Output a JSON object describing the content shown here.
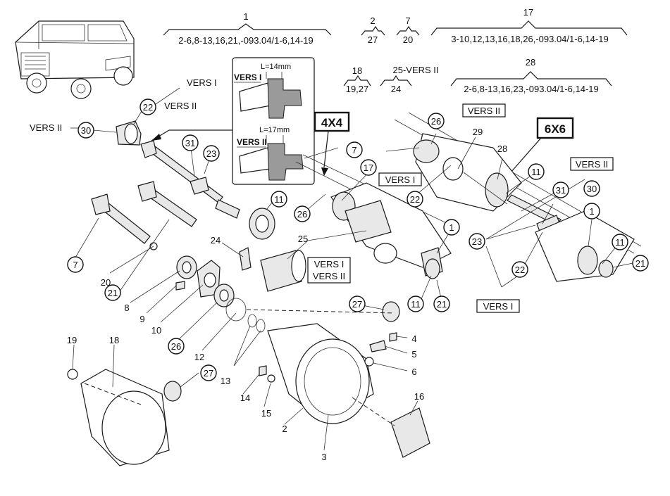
{
  "groups": {
    "g1": {
      "num": "1",
      "text": "2-6,8-13,16,21,-093.04/1-6,14-19"
    },
    "g2": {
      "num": "2",
      "text": "27"
    },
    "g7": {
      "num": "7",
      "text": "20"
    },
    "g17": {
      "num": "17",
      "text": "3-10,12,13,16,18,26,-093.04/1-6,14-19"
    },
    "g18": {
      "num": "18",
      "text": "19,27"
    },
    "g25": {
      "num": "25-VERS II",
      "text": "24"
    },
    "g28": {
      "num": "28",
      "text": "2-6,8-13,16,23,-093.04/1-6,14-19"
    }
  },
  "variants": {
    "x4": "4X4",
    "x6": "6X6"
  },
  "inset": {
    "vers1": "VERS I",
    "vers2": "VERS II",
    "len1": "L=14mm",
    "len2": "L=17mm"
  },
  "labels": {
    "vers2_left": "VERS II",
    "vers1_top": "VERS I",
    "vers2_top": "VERS II",
    "vers2_box29": "VERS II",
    "vers1_box22": "VERS I",
    "vers2_box_right": "VERS II",
    "vers1_box25a": "VERS I",
    "vers2_box25b": "VERS II",
    "vers1_box23": "VERS I"
  },
  "callouts": {
    "c22a": "22",
    "c30a": "30",
    "c31a": "31",
    "c23a": "23",
    "c11a": "11",
    "c7a": "7",
    "c20": "20",
    "c21a": "21",
    "c24": "24",
    "c25": "25",
    "c8": "8",
    "c9": "9",
    "c10": "10",
    "c26a": "26",
    "c12": "12",
    "c13": "13",
    "c27a": "27",
    "c14": "14",
    "c15": "15",
    "c19": "19",
    "c18": "18",
    "c27b": "27",
    "c2": "2",
    "c3": "3",
    "c16": "16",
    "c4": "4",
    "c5": "5",
    "c6": "6",
    "c26b": "26",
    "c7b": "7",
    "c17": "17",
    "c26c": "26",
    "c29": "29",
    "c22b": "22",
    "c28": "28",
    "c1a": "1",
    "c11b": "11",
    "c21b": "21",
    "c11c": "11",
    "c31b": "31",
    "c30b": "30",
    "c23b": "23",
    "c22c": "22",
    "c1b": "1",
    "c11d": "11",
    "c21c": "21"
  }
}
